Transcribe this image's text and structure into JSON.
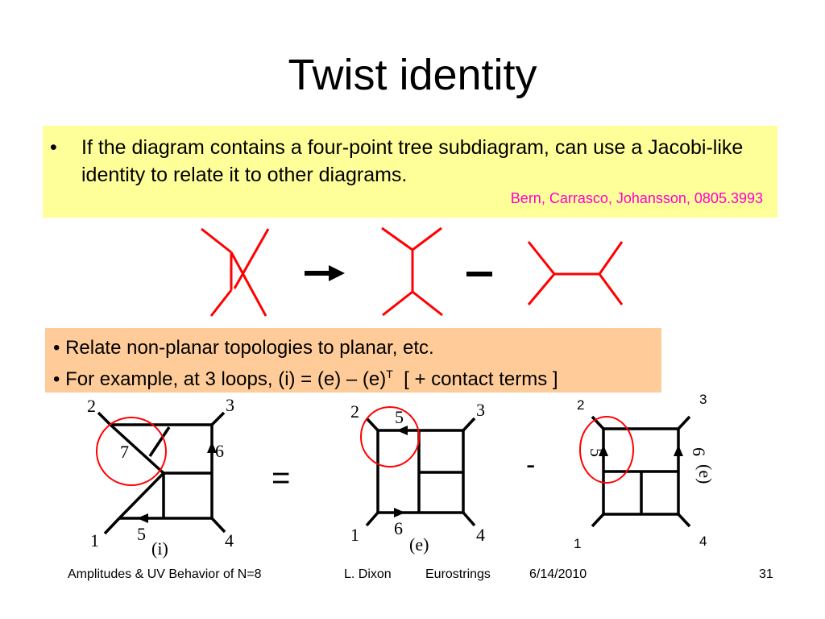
{
  "slide": {
    "title": "Twist identity",
    "bullet_symbol": "•",
    "bullet1": "If the diagram contains a four-point tree subdiagram, can use a Jacobi-like identity to relate it to other diagrams.",
    "citation": "Bern, Carrasco, Johansson, 0805.3993",
    "bullet2": "• Relate non-planar topologies to planar, etc.",
    "bullet3_prefix": "• For example, at 3 loops, (i) = (e) – (e)",
    "bullet3_sup": "T",
    "bullet3_suffix": "[ + contact terms ]",
    "colors": {
      "highlight_yellow": "#ffff99",
      "highlight_orange": "#ffcc99",
      "diagram_red": "#ff0000",
      "citation_magenta": "#ff00cc"
    }
  },
  "identity": {
    "arrow_symbol": "→",
    "minus_symbol": "–"
  },
  "diagrams": {
    "equals": "=",
    "minus": "-",
    "i": {
      "label": "(i)",
      "n1": "1",
      "n2": "2",
      "n3": "3",
      "n4": "4",
      "n5": "5",
      "n6": "6",
      "n7": "7"
    },
    "e": {
      "label": "(e)",
      "n1": "1",
      "n2": "2",
      "n3": "3",
      "n4": "4",
      "n5": "5",
      "n6": "6"
    },
    "eT": {
      "n1": "1",
      "n2": "2",
      "n3": "3",
      "n4": "4",
      "label_rot": "(e)",
      "n5_rot": "6",
      "n6_rot": "5"
    }
  },
  "footer": {
    "talk": "Amplitudes & UV Behavior of N=8",
    "author": "L. Dixon",
    "venue": "Eurostrings",
    "date": "6/14/2010",
    "page": "31"
  }
}
